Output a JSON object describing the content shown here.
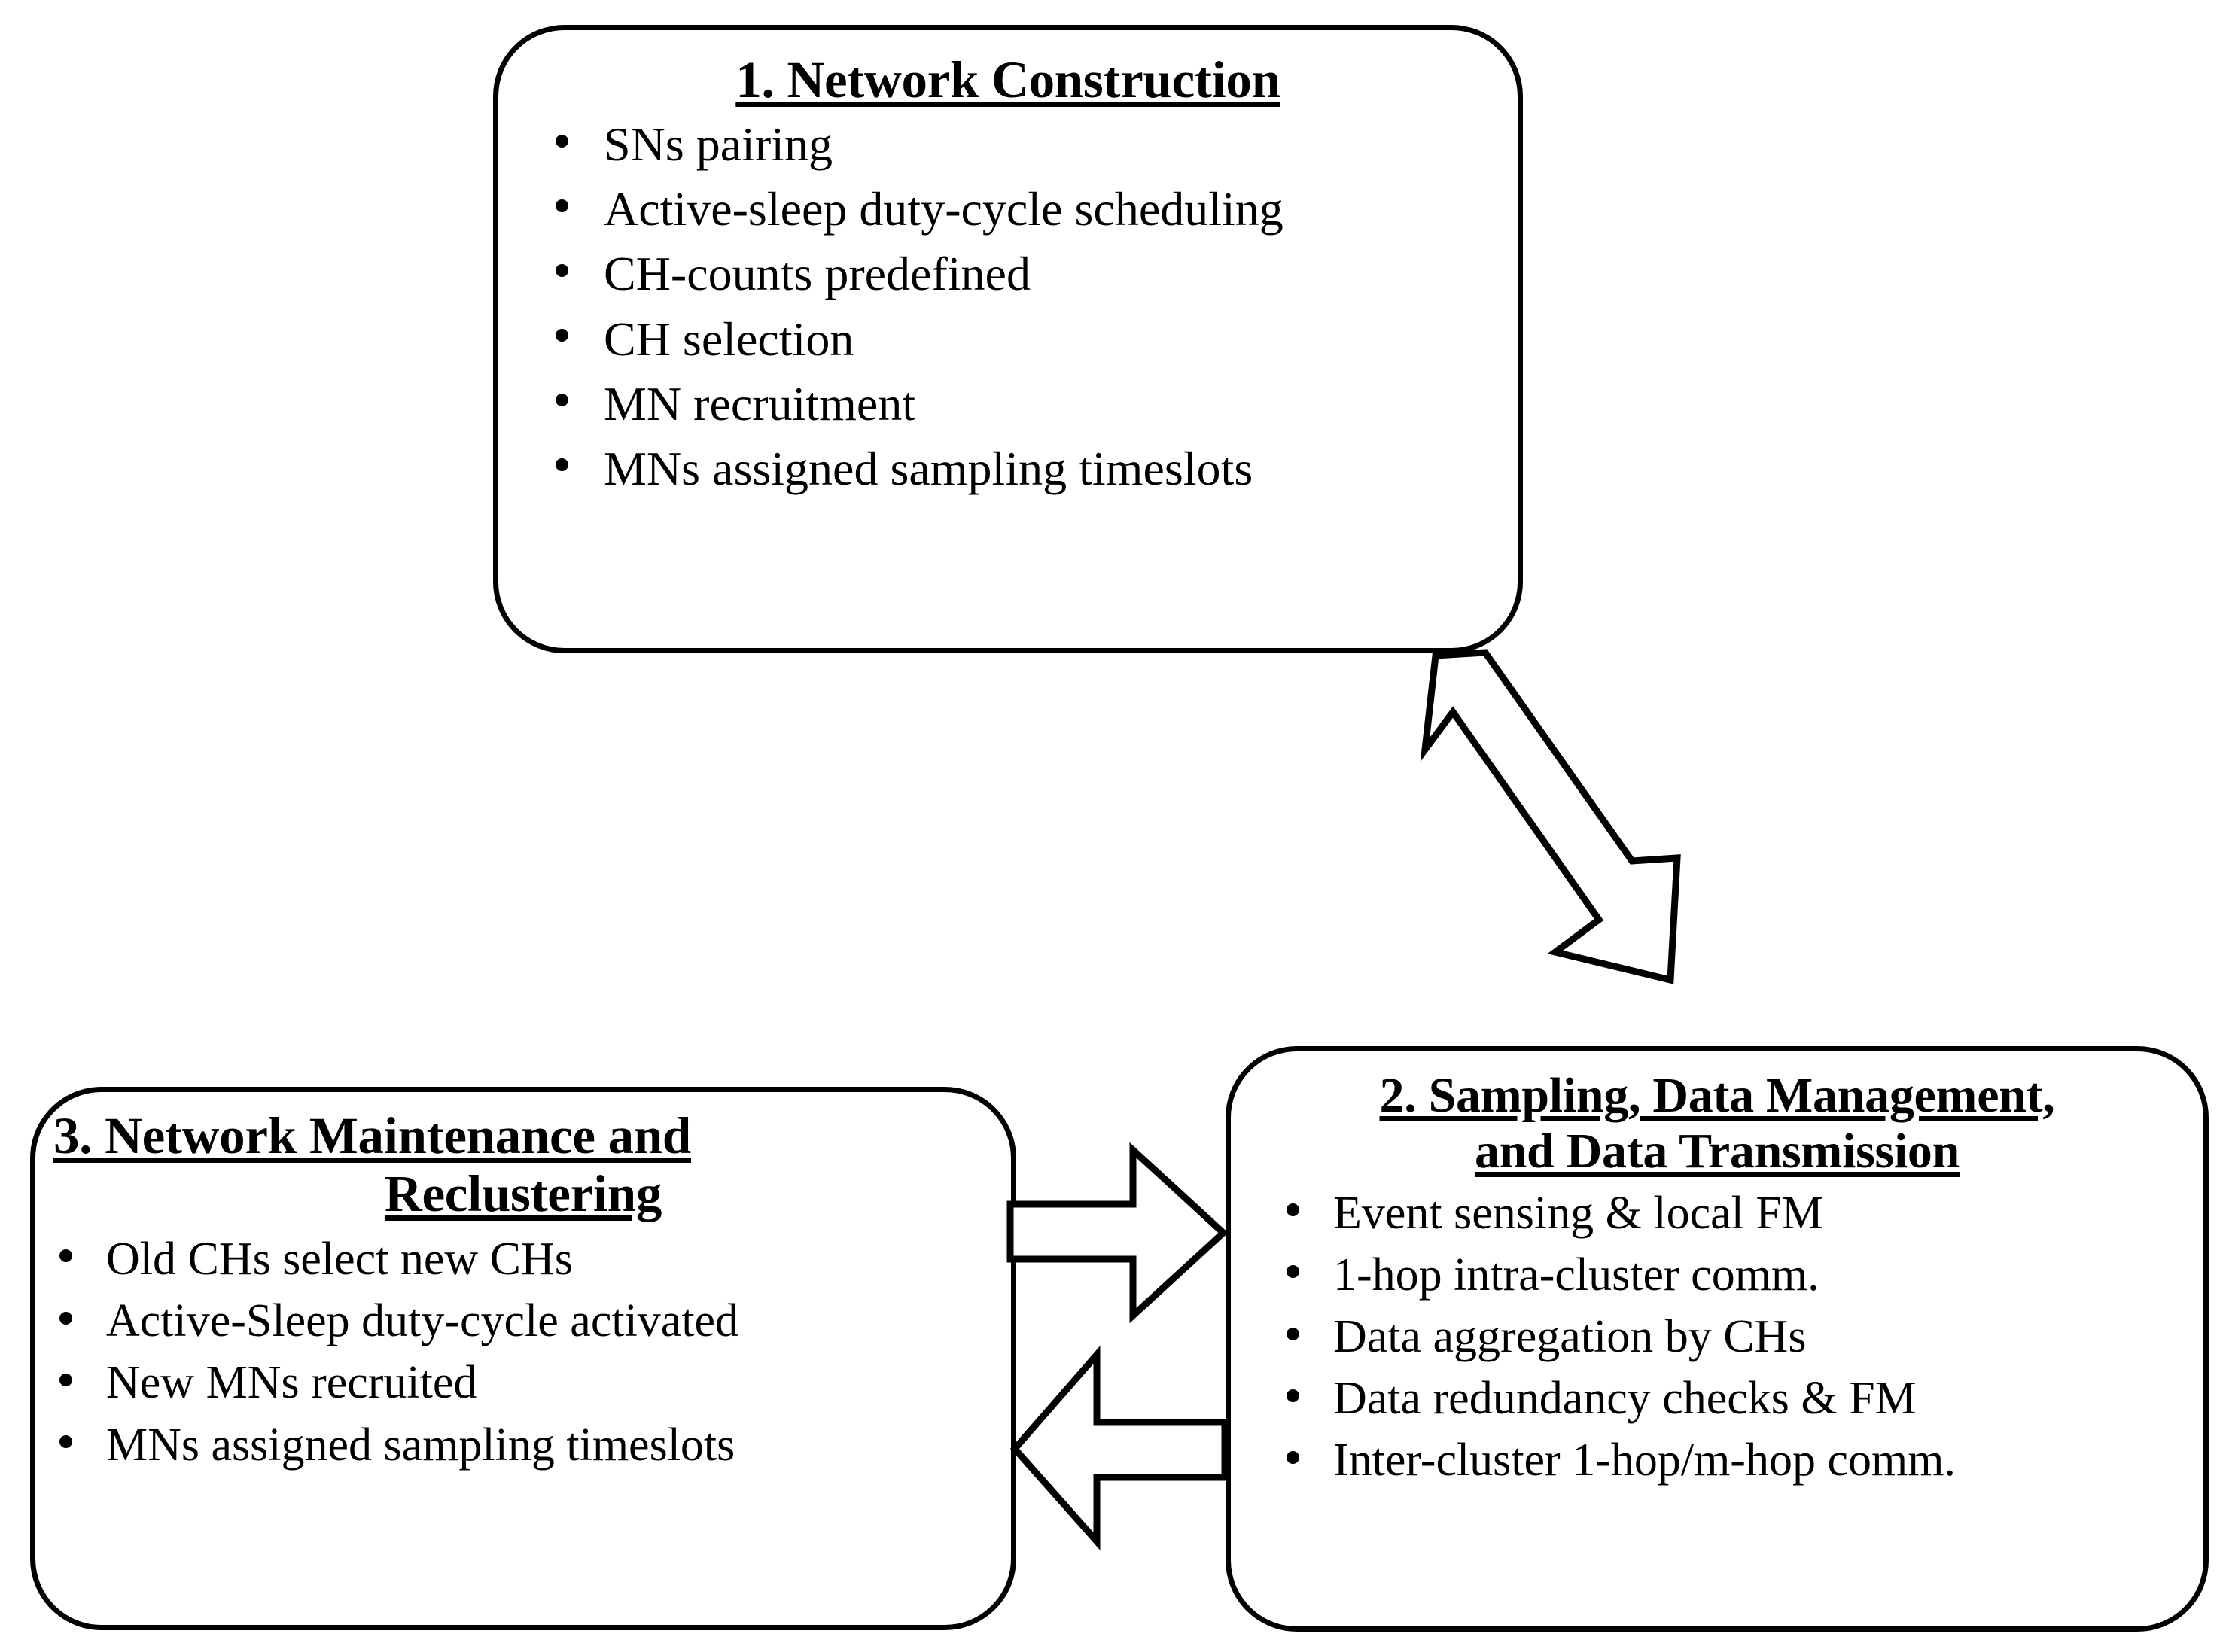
{
  "diagram": {
    "type": "flowchart",
    "title": "",
    "background_color": "#ffffff",
    "line_color": "#000000",
    "boxes": [
      {
        "id": "network-construction",
        "number": "1.",
        "title_lines": [
          "1. Network Construction"
        ],
        "bullets": [
          "SNs pairing",
          "Active-sleep duty-cycle scheduling",
          "CH-counts predefined",
          "CH selection",
          "MN recruitment",
          "MNs assigned sampling timeslots"
        ]
      },
      {
        "id": "sampling-data-management-transmission",
        "number": "2.",
        "title_lines": [
          "2. Sampling, Data Management,",
          "and Data Transmission"
        ],
        "bullets": [
          "Event sensing & local FM",
          "1-hop intra-cluster comm.",
          "Data aggregation by CHs",
          "Data redundancy checks & FM",
          "Inter-cluster 1-hop/m-hop comm."
        ]
      },
      {
        "id": "network-maintenance-reclustering",
        "number": "3.",
        "title_lines": [
          "3. Network Maintenance and",
          "Reclustering"
        ],
        "bullets": [
          "Old CHs select new CHs",
          "Active-Sleep duty-cycle activated",
          "New MNs recruited",
          "MNs assigned sampling timeslots"
        ]
      }
    ],
    "arrows": [
      {
        "id": "arrow-1-to-2",
        "from": "network-construction",
        "to": "sampling-data-management-transmission",
        "direction": "down-right",
        "style": "hollow-block"
      },
      {
        "id": "arrow-3-to-2",
        "from": "network-maintenance-reclustering",
        "to": "sampling-data-management-transmission",
        "direction": "right",
        "style": "hollow-block"
      },
      {
        "id": "arrow-2-to-3",
        "from": "sampling-data-management-transmission",
        "to": "network-maintenance-reclustering",
        "direction": "left",
        "style": "hollow-block"
      }
    ]
  }
}
